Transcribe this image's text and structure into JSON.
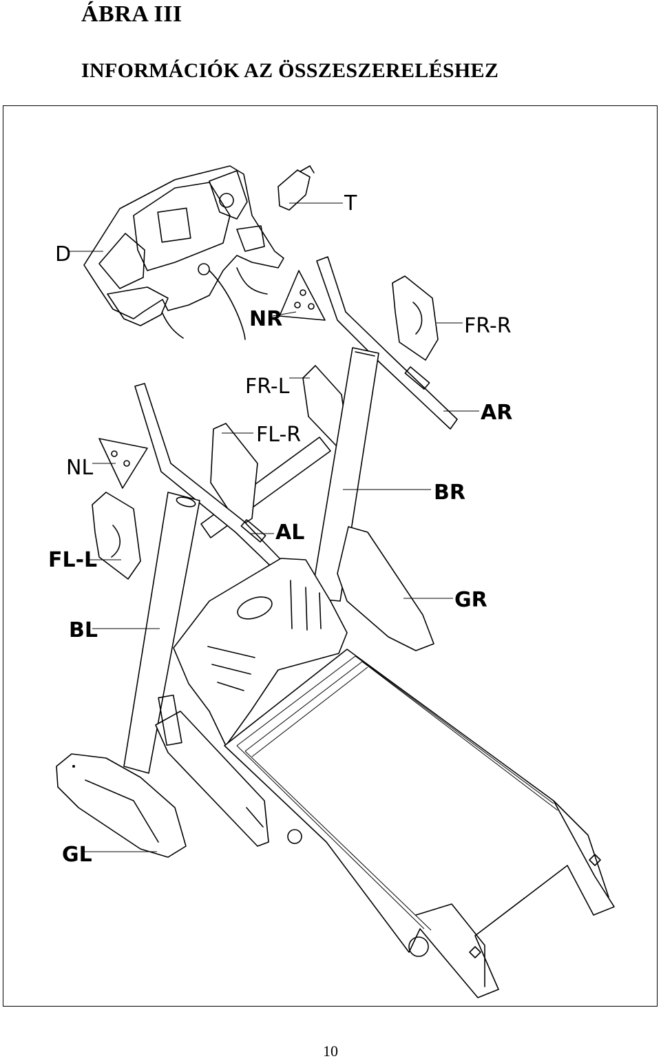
{
  "header": {
    "title": "ÁBRA III",
    "subtitle": "INFORMÁCIÓK AZ ÖSSZESZERELÉSHEZ"
  },
  "diagram": {
    "labels": {
      "T": "T",
      "D": "D",
      "NR": "NR",
      "FR_R": "FR-R",
      "FR_L": "FR-L",
      "AR": "AR",
      "FL_R": "FL-R",
      "NL": "NL",
      "BR": "BR",
      "AL": "AL",
      "FL_L": "FL-L",
      "GR": "GR",
      "BL": "BL",
      "GL": "GL"
    }
  },
  "footer": {
    "page_number": "10"
  }
}
